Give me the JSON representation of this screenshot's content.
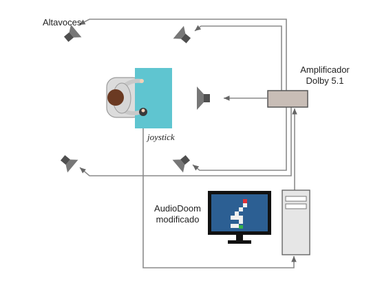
{
  "labels": {
    "speakers": "Altavoces",
    "amplifier_line1": "Amplificador",
    "amplifier_line2": "Dolby 5.1",
    "joystick": "joystick",
    "software_line1": "AudioDoom",
    "software_line2": "modificado"
  },
  "colors": {
    "wire": "#8a8a8a",
    "table": "#5fc5d0",
    "amplifier": "#c8bdb6",
    "speaker": "#6e6e6e",
    "screen": "#2c5f93",
    "maze_tile": "#f0f0f0",
    "maze_start": "#e0323a",
    "maze_end": "#35b34a"
  }
}
